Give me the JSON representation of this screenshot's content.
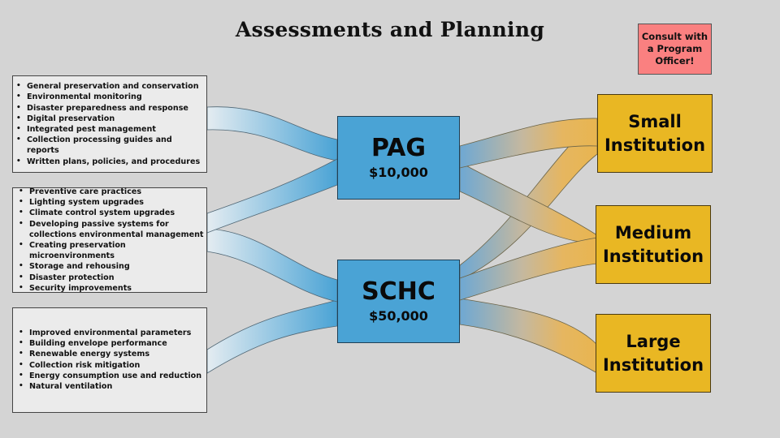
{
  "title": "Assessments and Planning",
  "callout": {
    "text": "Consult with\na Program\nOfficer!",
    "color": "#fa8080"
  },
  "project_lists": [
    {
      "items": [
        "General preservation and conservation",
        "Environmental monitoring",
        "Disaster preparedness and response",
        "Digital preservation",
        "Integrated pest management",
        "Collection processing guides and reports",
        "Written plans, policies, and procedures"
      ],
      "connects_to": [
        "PAG"
      ]
    },
    {
      "items": [
        "Preventive care practices",
        "Lighting system upgrades",
        "Climate control system upgrades",
        "Developing passive systems for collections environmental management",
        "Creating preservation microenvironments",
        "Storage and rehousing",
        "Disaster protection",
        "Security improvements"
      ],
      "connects_to": [
        "PAG",
        "SCHC"
      ]
    },
    {
      "items": [
        "Improved environmental parameters",
        "Building envelope performance",
        "Renewable energy systems",
        "Collection risk mitigation",
        "Energy consumption use and reduction",
        "Natural ventilation"
      ],
      "connects_to": [
        "SCHC"
      ]
    }
  ],
  "grants": [
    {
      "name": "PAG",
      "amount": "$10,000",
      "connects_to": [
        "Small Institution",
        "Medium Institution"
      ]
    },
    {
      "name": "SCHC",
      "amount": "$50,000",
      "connects_to": [
        "Small Institution",
        "Medium Institution",
        "Large Institution"
      ]
    }
  ],
  "institutions": [
    {
      "label": "Small\nInstitution"
    },
    {
      "label": "Medium\nInstitution"
    },
    {
      "label": "Large\nInstitution"
    }
  ],
  "colors": {
    "background": "#d4d4d4",
    "grant_box": "#4aa3d5",
    "institution_box": "#e9b723",
    "list_box": "#ebebeb",
    "callout": "#fa8080"
  }
}
